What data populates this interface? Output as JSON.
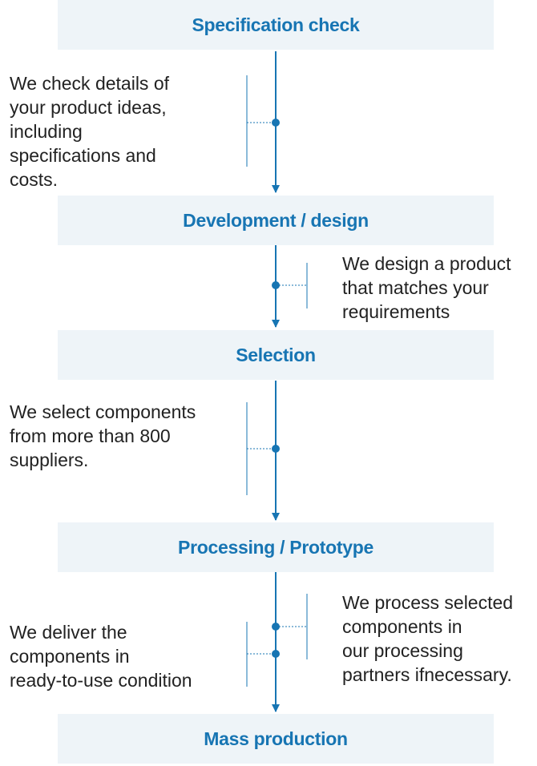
{
  "steps": [
    "Specification check",
    "Development / design",
    "Selection",
    "Processing / Prototype",
    "Mass production"
  ],
  "notes": {
    "spec": [
      "We check details of",
      "your product ideas,",
      "including",
      "specifications and",
      "costs."
    ],
    "design": [
      "We design a product",
      "that matches your",
      "requirements"
    ],
    "selection": [
      "We select components",
      "from more than 800",
      "suppliers."
    ],
    "deliver": [
      "We deliver the",
      "components in",
      "ready-to-use condition"
    ],
    "process": [
      "We process selected",
      "components in",
      "our processing",
      "partners ifnecessary."
    ]
  },
  "colors": {
    "accent": "#1775b3",
    "box_background": "#eef4f8",
    "text": "#222222"
  }
}
